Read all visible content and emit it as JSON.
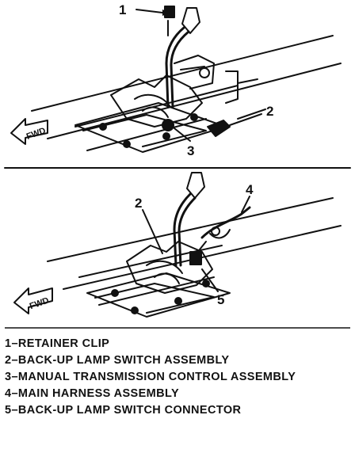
{
  "panels": [
    {
      "fwd_label": "FWD",
      "callouts": [
        "1",
        "2",
        "3"
      ]
    },
    {
      "fwd_label": "FWD",
      "callouts": [
        "2",
        "4",
        "5"
      ]
    }
  ],
  "legend": [
    "1–RETAINER CLIP",
    "2–BACK-UP LAMP SWITCH ASSEMBLY",
    "3–MANUAL TRANSMISSION CONTROL ASSEMBLY",
    "4–MAIN HARNESS ASSEMBLY",
    "5–BACK-UP LAMP SWITCH CONNECTOR"
  ]
}
